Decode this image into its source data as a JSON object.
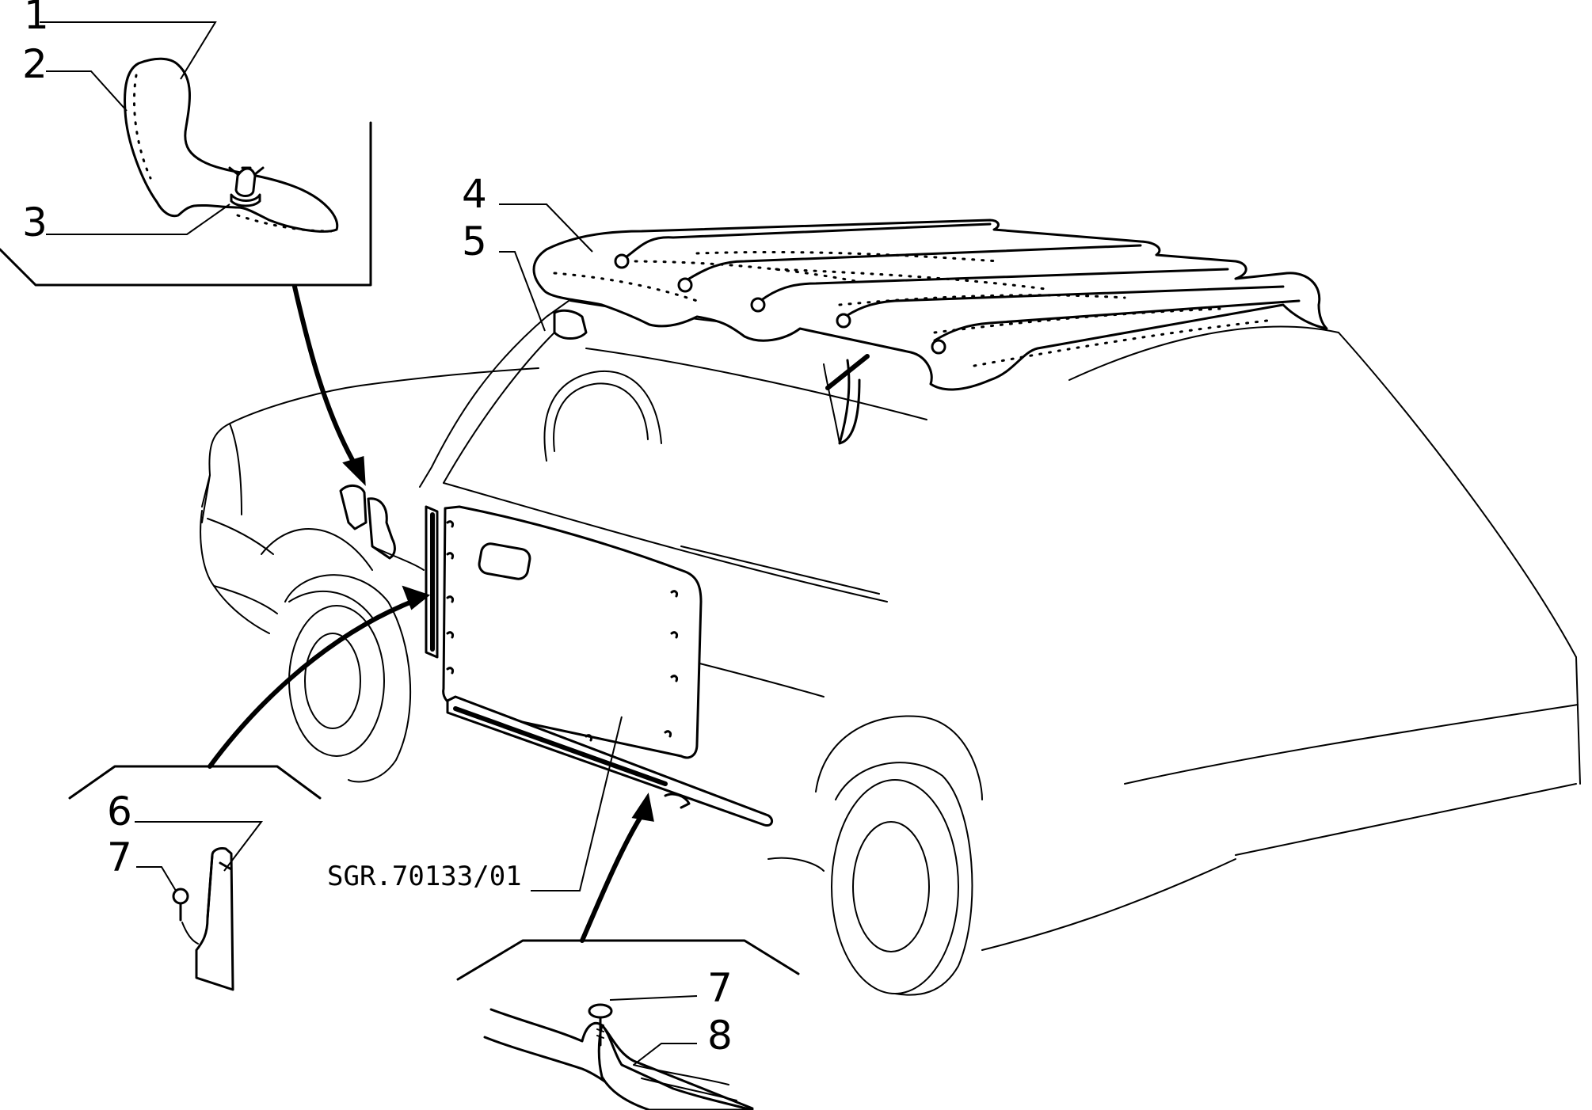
{
  "callouts": [
    {
      "id": "1",
      "label": "1"
    },
    {
      "id": "2",
      "label": "2"
    },
    {
      "id": "3",
      "label": "3"
    },
    {
      "id": "4",
      "label": "4"
    },
    {
      "id": "5",
      "label": "5"
    },
    {
      "id": "6",
      "label": "6"
    },
    {
      "id": "7a",
      "label": "7"
    },
    {
      "id": "7b",
      "label": "7"
    },
    {
      "id": "8",
      "label": "8"
    }
  ],
  "reference_code": "SGR.70133/01",
  "colors": {
    "line": "#000000",
    "background": "#ffffff"
  }
}
